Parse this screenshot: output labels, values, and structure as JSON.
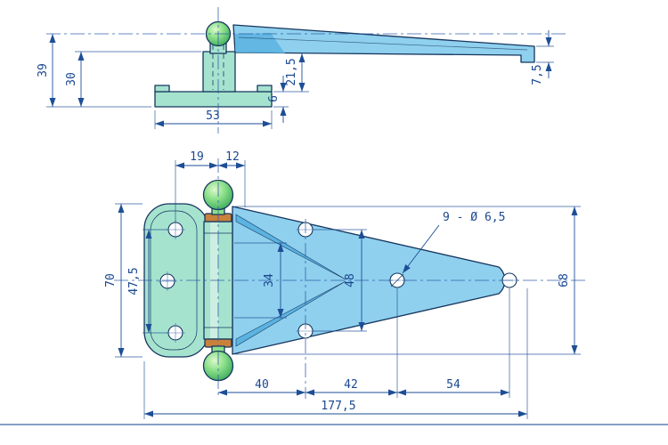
{
  "drawing": {
    "type": "technical-drawing",
    "subject": "heavy-duty door hinge, two orthographic CAD views with dimensions",
    "hole_note": "9 - Ø 6,5",
    "side_view_dims": {
      "height_total": "39",
      "height_base": "30",
      "base_width": "53",
      "flange_thickness": "6",
      "boss_height": "21,5",
      "strap_thickness": "7,5"
    },
    "front_view_dims": {
      "pin_offset": "19",
      "knuckle_offset": "12",
      "leaf_height": "70",
      "leaf_hole_spacing": "47,5",
      "slot_height": "34",
      "strap_hole_spacing": "48",
      "strap_height": "68",
      "pitch_1": "40",
      "pitch_2": "42",
      "pitch_3": "54",
      "overall_length": "177,5"
    }
  },
  "colors": {
    "part_blue": "#8fd0ee",
    "part_teal": "#a6e3cf",
    "barrel_stripe": "#cdeee2",
    "rib_blue": "#5bb3e0",
    "ball_green": "#6bd97f",
    "washer_orange": "#c9813c",
    "line_navy": "#16365e",
    "dim_blue": "#1d4e96",
    "background": "#ffffff"
  }
}
